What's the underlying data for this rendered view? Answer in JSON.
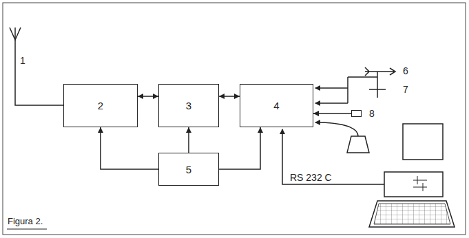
{
  "diagram": {
    "caption": "Figura 2.",
    "nodes": [
      {
        "text": [
          "2"
        ]
      },
      {
        "text": [
          "3"
        ]
      },
      {
        "text": [
          "4"
        ]
      },
      {
        "text": [
          "5"
        ]
      },
      {
        "text": [
          "8"
        ]
      }
    ],
    "edges": [
      {
        "from": 0,
        "to": 1,
        "arrow": "both"
      },
      {
        "from": 1,
        "to": 2,
        "arrow": "both"
      },
      {
        "from": 3,
        "to": 0,
        "arrow": "to"
      },
      {
        "from": 3,
        "to": 1,
        "arrow": "to"
      },
      {
        "from": 3,
        "to": 2,
        "arrow": "to"
      },
      {
        "from": 4,
        "to": 2,
        "arrow": "to"
      }
    ],
    "labels": [
      "1",
      "6",
      "7",
      "RS 232 C"
    ]
  }
}
